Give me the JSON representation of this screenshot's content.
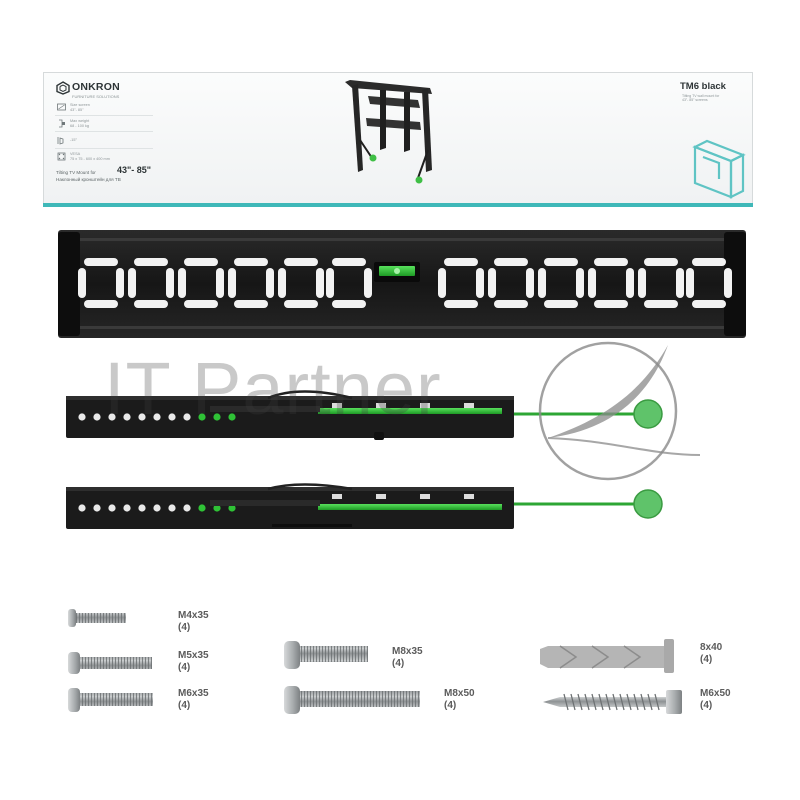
{
  "package": {
    "brand": "ONKRON",
    "brand_tagline": "FURNITURE SOLUTIONS",
    "model": "TM6 black",
    "model_subtitle": [
      "Tilting TV wall mount for",
      "43\"- 85\" screens"
    ],
    "specs": [
      {
        "icon": "screen-size-icon",
        "lines": [
          "Size screen",
          "43\"- 85\""
        ]
      },
      {
        "icon": "weight-icon",
        "lines": [
          "Max weight",
          "68 - 100 kg"
        ]
      },
      {
        "icon": "tilt-icon",
        "lines": [
          "Tilt",
          "-15°"
        ]
      },
      {
        "icon": "vesa-icon",
        "lines": [
          "VESA",
          "75 x 75 - 600 x 400 mm"
        ]
      }
    ],
    "title_prefix": "Tilting TV Mount for",
    "size_range": "43\"- 85\"",
    "title_ru": "Наклонный кронштейн для ТВ",
    "accent_color": "#3fb8b8"
  },
  "watermark": "IT Partner",
  "hardware": [
    {
      "id": "m4x35",
      "size": "M4x35",
      "qty": "(4)"
    },
    {
      "id": "m5x35",
      "size": "M5x35",
      "qty": "(4)"
    },
    {
      "id": "m6x35",
      "size": "M6x35",
      "qty": "(4)"
    },
    {
      "id": "m8x35",
      "size": "M8x35",
      "qty": "(4)"
    },
    {
      "id": "m8x50",
      "size": "M8x50",
      "qty": "(4)"
    },
    {
      "id": "anchor-8x40",
      "size": "8x40",
      "qty": "(4)"
    },
    {
      "id": "lag-m6x50",
      "size": "M6x50",
      "qty": "(4)"
    }
  ],
  "colors": {
    "bracket": "#1c1c1c",
    "bracket_edge": "#0f0f0f",
    "slot": "#f2f2f2",
    "level_green": "#2fc236",
    "knob_green": "#47b84f",
    "screw_steel": "#9ea2a4",
    "anchor_grey": "#b3b3b3"
  }
}
